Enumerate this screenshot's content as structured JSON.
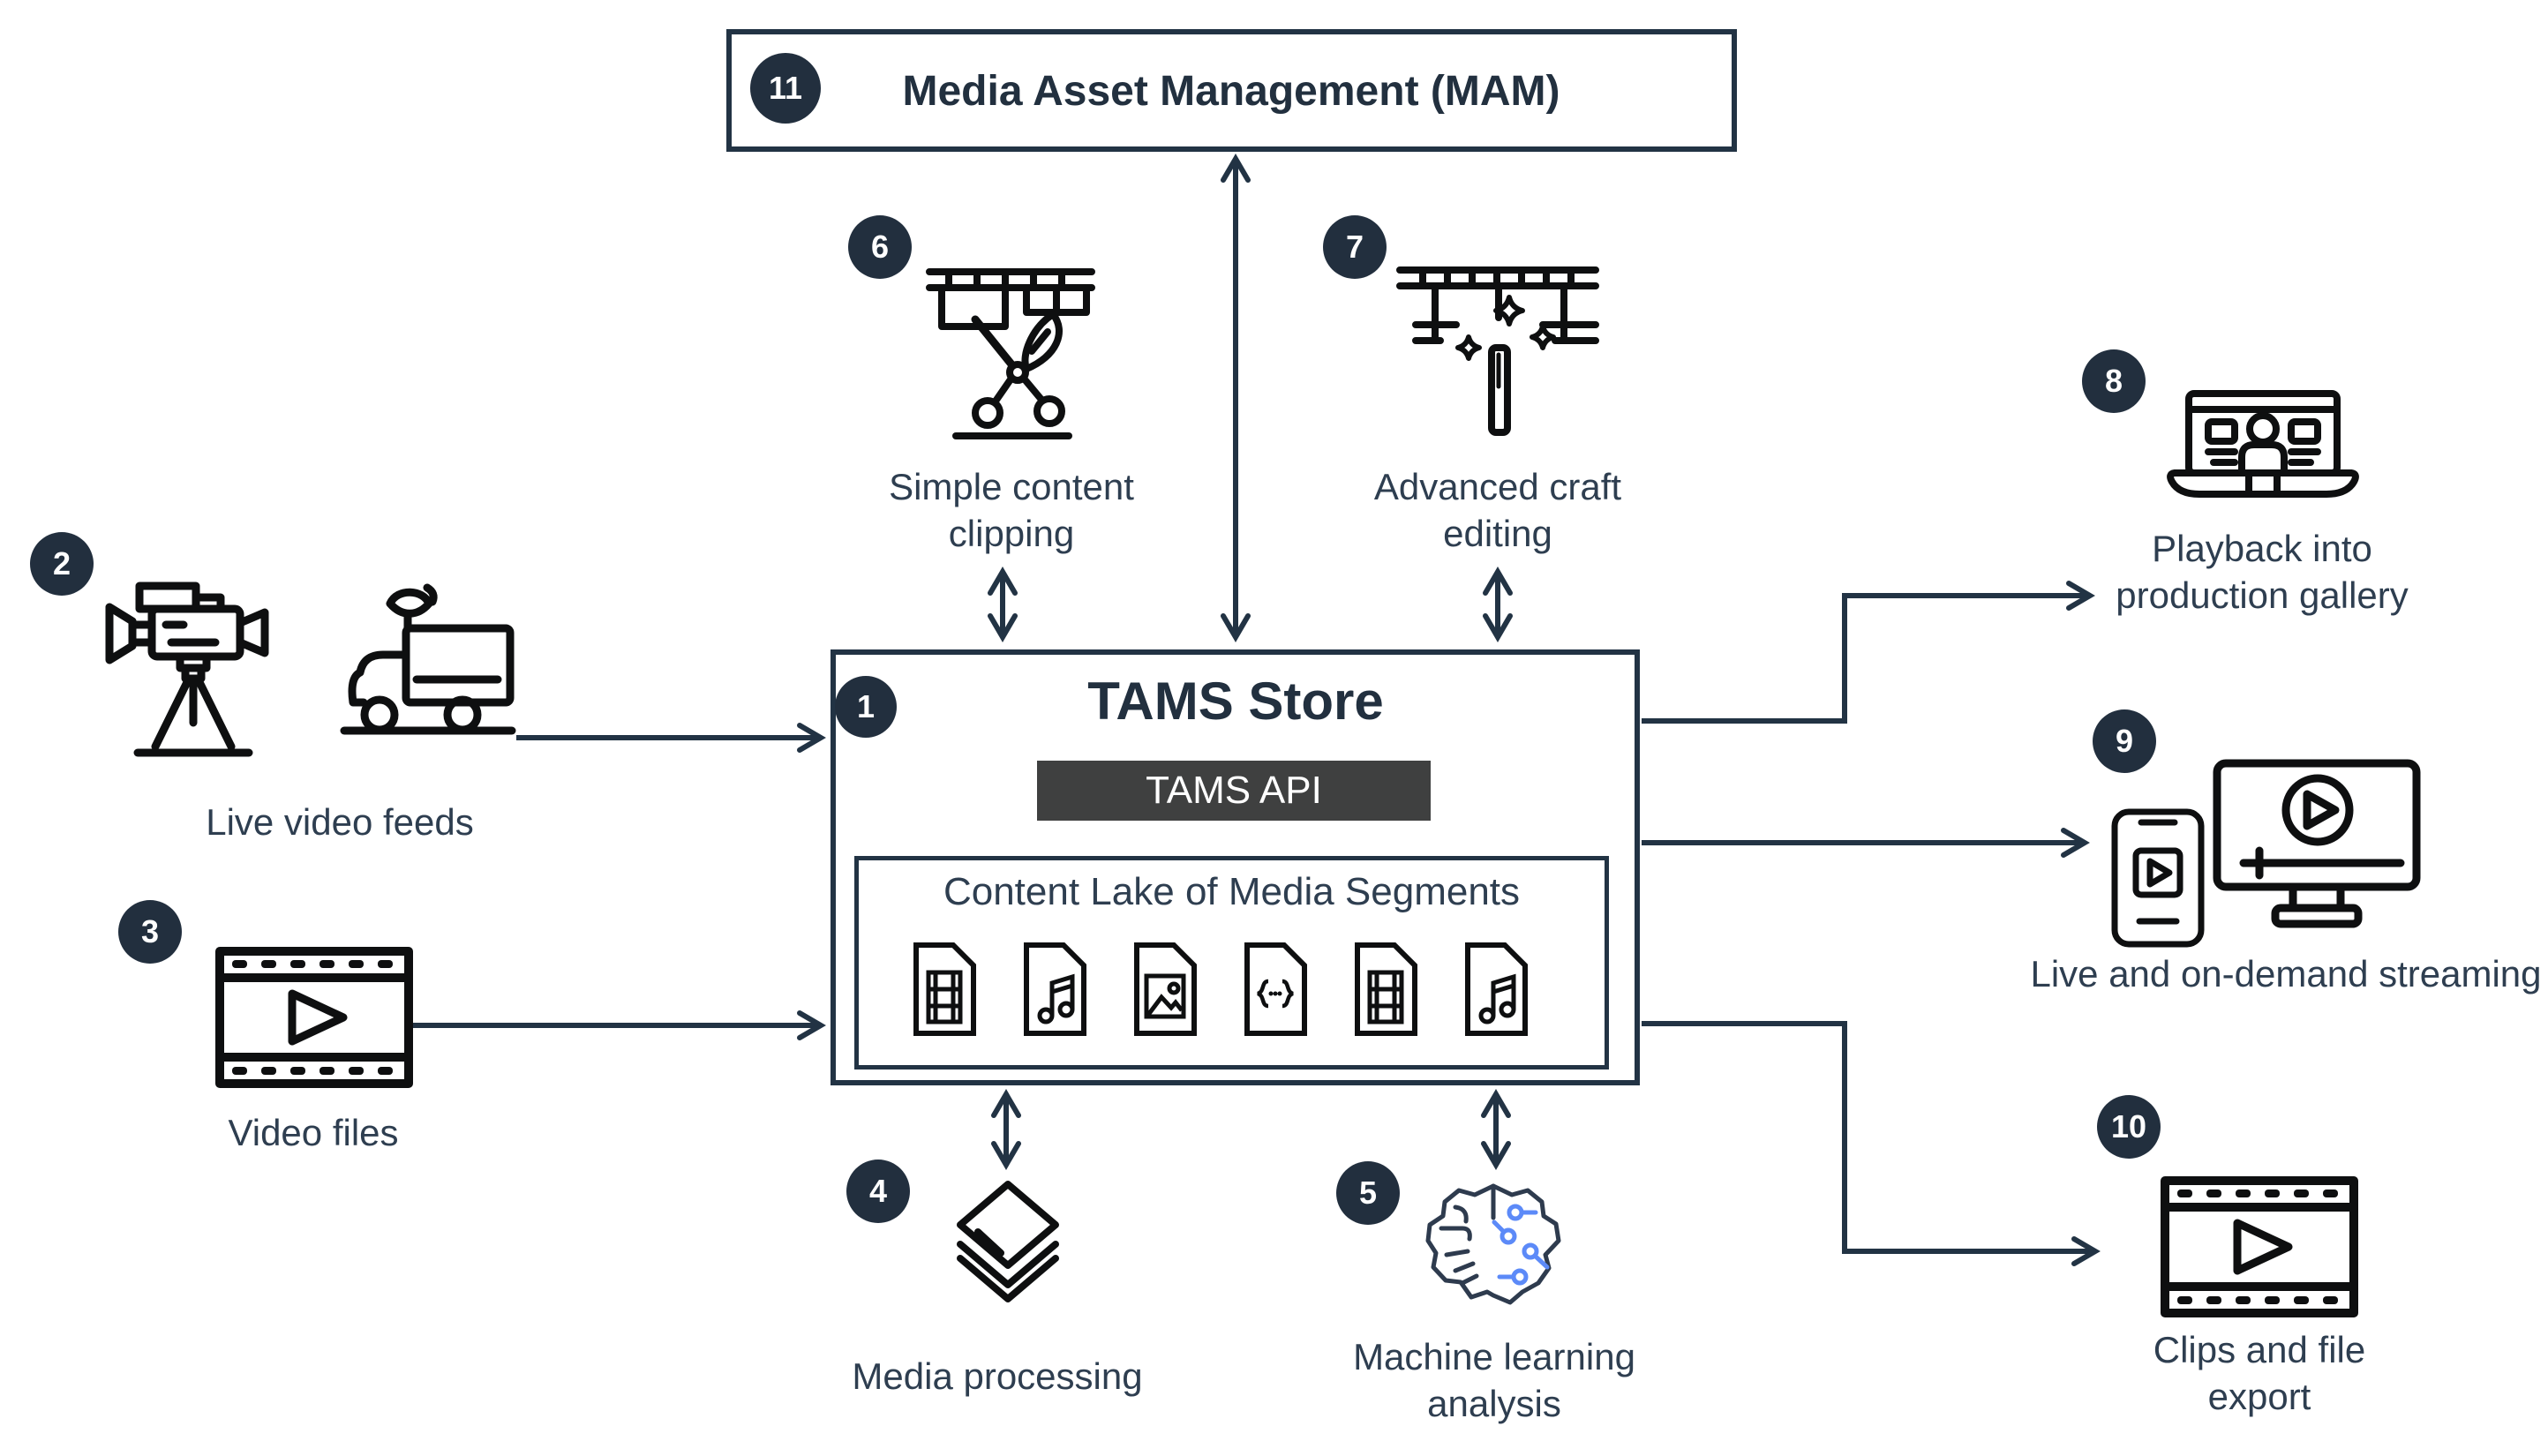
{
  "colors": {
    "ink": "#223344",
    "badge_bg": "#222f3e",
    "label_text": "#2e3e50",
    "api_bar_bg": "#3f4040",
    "api_bar_text": "#ffffff",
    "icon_stroke": "#0e0f10",
    "ml_accent_blue": "#5c8af8",
    "background": "#ffffff"
  },
  "mam": {
    "badge": "11",
    "label": "Media Asset Management (MAM)"
  },
  "tams": {
    "badge": "1",
    "title": "TAMS Store",
    "api_label": "TAMS API",
    "content_lake_title": "Content Lake of Media Segments",
    "file_icons": [
      "video-file",
      "audio-file",
      "image-file",
      "segment-file",
      "video-file",
      "audio-file"
    ]
  },
  "nodes": {
    "live_feeds": {
      "badge": "2",
      "label": "Live video feeds"
    },
    "video_files": {
      "badge": "3",
      "label": "Video files"
    },
    "media_processing": {
      "badge": "4",
      "label": "Media processing"
    },
    "ml_analysis": {
      "badge": "5",
      "label": "Machine learning analysis"
    },
    "clipping": {
      "badge": "6",
      "label": "Simple content clipping"
    },
    "craft_editing": {
      "badge": "7",
      "label": "Advanced craft editing"
    },
    "playback": {
      "badge": "8",
      "label": "Playback into production gallery"
    },
    "streaming": {
      "badge": "9",
      "label": "Live and on-demand streaming"
    },
    "clips_export": {
      "badge": "10",
      "label": "Clips and file export"
    }
  }
}
